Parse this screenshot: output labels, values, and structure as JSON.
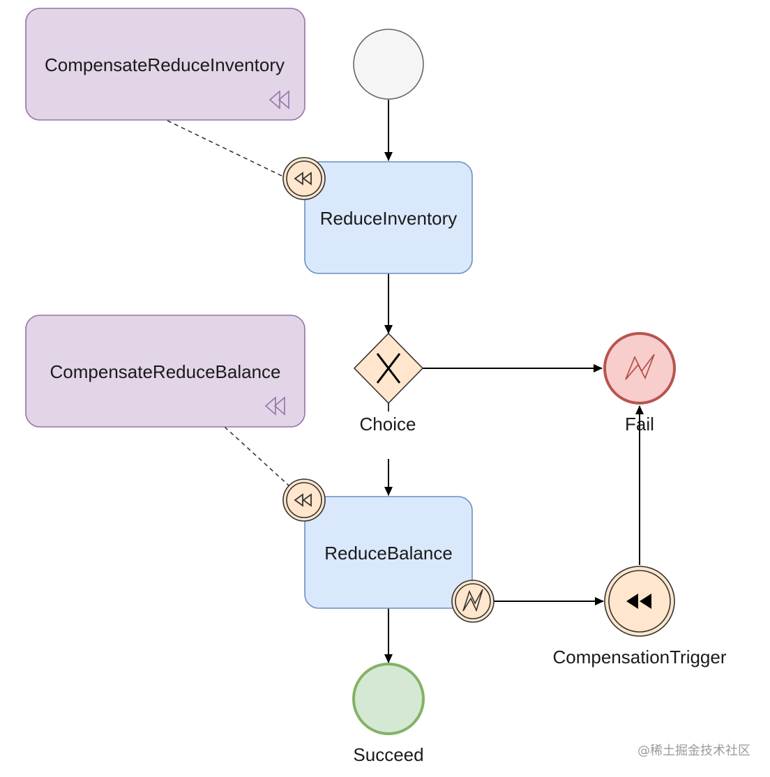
{
  "nodes": {
    "compensate_reduce_inventory": "CompensateReduceInventory",
    "reduce_inventory": "ReduceInventory",
    "compensate_reduce_balance": "CompensateReduceBalance",
    "reduce_balance": "ReduceBalance",
    "choice": "Choice",
    "fail": "Fail",
    "compensation_trigger": "CompensationTrigger",
    "succeed": "Succeed"
  },
  "colors": {
    "task_fill": "#dae8fc",
    "task_stroke": "#6c8ebf",
    "compensate_fill": "#e1d5e7",
    "compensate_stroke": "#9673a6",
    "event_fill": "#ffe6cc",
    "event_stroke": "#333333",
    "fail_fill": "#f8cecc",
    "fail_stroke": "#b85450",
    "succeed_fill": "#d5e8d4",
    "succeed_stroke": "#82b366",
    "start_fill": "#f5f5f5"
  },
  "watermark": "@稀土掘金技术社区"
}
